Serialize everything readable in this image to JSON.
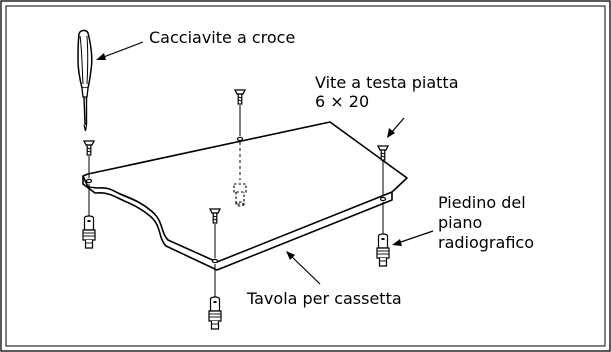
{
  "labels": {
    "screwdriver": "Cacciavite a croce",
    "flat_screw": [
      "Vite a testa piatta",
      "6 × 20"
    ],
    "table_foot": [
      "Piedino del",
      "piano",
      "radiografico"
    ],
    "cassette_table": "Tavola per cassetta"
  },
  "colors": {
    "line": "#000000",
    "background": "#ffffff"
  }
}
